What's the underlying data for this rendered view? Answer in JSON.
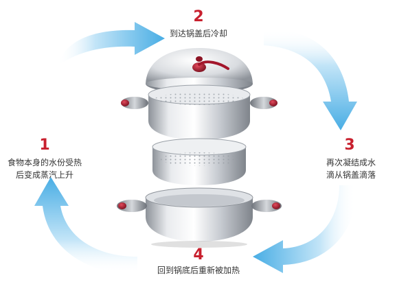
{
  "steps": [
    {
      "number": "1",
      "lines": [
        "食物本身的水份受热",
        "后变成蒸汽上升"
      ]
    },
    {
      "number": "2",
      "lines": [
        "到达锅盖后冷却"
      ]
    },
    {
      "number": "3",
      "lines": [
        "再次凝结成水",
        "滴从锅盖滴落"
      ]
    },
    {
      "number": "4",
      "lines": [
        "回到锅底后重新被加热"
      ]
    }
  ],
  "colors": {
    "number": "#c8202e",
    "text": "#333333",
    "arrow": "#4fb3e8",
    "arrow_light": "#d6eefb",
    "steel": "#c9ccd1",
    "knob": "#a3162b"
  },
  "illustration": {
    "object": "stainless-steel-steamer-pot",
    "arrow_icon": "cycle-arrow-icon"
  }
}
